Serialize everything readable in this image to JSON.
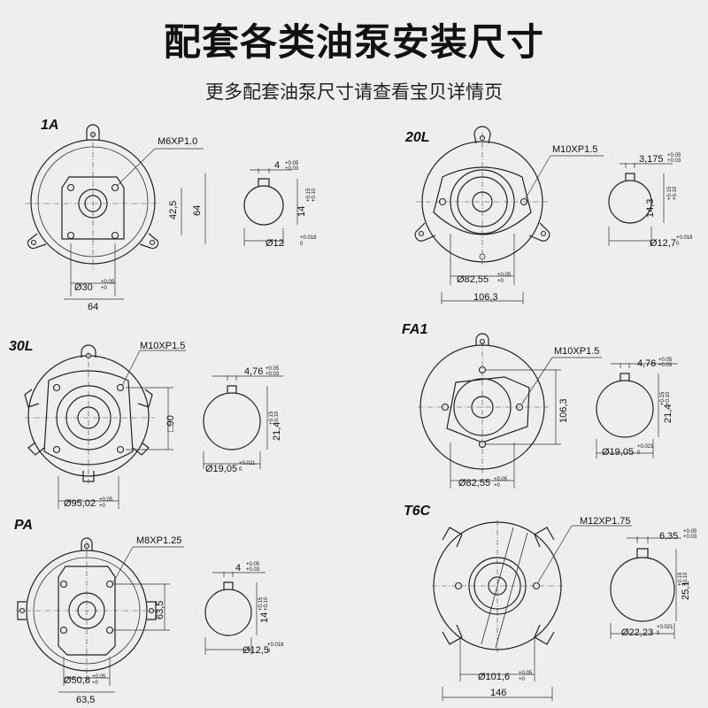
{
  "title": "配套各类油泵安装尺寸",
  "subtitle": "更多配套油泵尺寸请查看宝贝详情页",
  "pumps": [
    {
      "model": "1A",
      "thread": "M6XP1.0",
      "flange_height": "64",
      "bolt_spacing": "42,5",
      "pilot_dia": "Ø30",
      "pilot_tol": [
        "+0.05",
        "+0"
      ],
      "bottom_width": "64",
      "key_width": "4",
      "key_width_tol": [
        "+0.05",
        "+0.03"
      ],
      "key_height": "14",
      "key_height_tol": [
        "+0.15",
        "+0.10"
      ],
      "shaft_dia": "Ø12",
      "shaft_tol": [
        "+0.018",
        "0"
      ]
    },
    {
      "model": "20L",
      "thread": "M10XP1.5",
      "pilot_dia": "Ø82,55",
      "pilot_tol": [
        "+0.05",
        "+0"
      ],
      "bottom_width": "106,3",
      "key_width": "3,175",
      "key_width_tol": [
        "+0.05",
        "+0.03"
      ],
      "key_height": "14,3",
      "key_height_tol": [
        "+0.15",
        "+0.10"
      ],
      "shaft_dia": "Ø12,7",
      "shaft_tol": [
        "+0.018",
        "0"
      ]
    },
    {
      "model": "30L",
      "thread": "M10XP1.5",
      "square": "□90",
      "pilot_dia": "Ø95,02",
      "pilot_tol": [
        "+0.05",
        "+0"
      ],
      "key_width": "4,76",
      "key_width_tol": [
        "+0.05",
        "+0.03"
      ],
      "key_height": "21,4",
      "key_height_tol": [
        "+0.15",
        "+0.10"
      ],
      "shaft_dia": "Ø19,05",
      "shaft_tol": [
        "+0.021",
        "0"
      ]
    },
    {
      "model": "FA1",
      "thread": "M10XP1.5",
      "bolt_spacing": "106,3",
      "pilot_dia": "Ø82,55",
      "pilot_tol": [
        "+0.05",
        "+0"
      ],
      "key_width": "4,76",
      "key_width_tol": [
        "+0.05",
        "+0.03"
      ],
      "key_height": "21,4",
      "key_height_tol": [
        "+0.15",
        "+0.10"
      ],
      "shaft_dia": "Ø19,05",
      "shaft_tol": [
        "+0.021",
        "0"
      ]
    },
    {
      "model": "PA",
      "thread": "M8XP1.25",
      "bolt_spacing": "63,5",
      "pilot_dia": "Ø50,8",
      "pilot_tol": [
        "+0.05",
        "+0"
      ],
      "bottom_width": "63,5",
      "key_width": "4",
      "key_width_tol": [
        "+0.05",
        "+0.03"
      ],
      "key_height": "14",
      "key_height_tol": [
        "+0.15",
        "+0.10"
      ],
      "shaft_dia": "Ø12,5",
      "shaft_tol": [
        "+0.018",
        "0"
      ]
    },
    {
      "model": "T6C",
      "thread": "M12XP1.75",
      "pilot_dia": "Ø101,6",
      "pilot_tol": [
        "+0.05",
        "+0"
      ],
      "bottom_width": "146",
      "key_width": "6,35",
      "key_width_tol": [
        "+0.05",
        "+0.03"
      ],
      "key_height": "25,1",
      "key_height_tol": [
        "+0.15",
        "+0.10"
      ],
      "shaft_dia": "Ø22,23",
      "shaft_tol": [
        "+0.021",
        "0"
      ]
    }
  ]
}
